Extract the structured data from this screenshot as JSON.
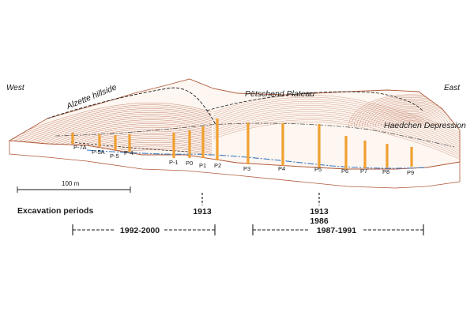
{
  "labels": {
    "west": "West",
    "east": "East",
    "alzette": "Alzette hillside",
    "petschend": "Pëtschend Plateau",
    "haedchen": "Haedchen Depression"
  },
  "scale_bar": "100 m",
  "shafts": [
    "P-7A",
    "P-5A",
    "P-5",
    "P-4",
    "P-1",
    "P0",
    "P1",
    "P2",
    "P3",
    "P4",
    "P5",
    "P6",
    "P7",
    "P8",
    "P9"
  ],
  "excavation": {
    "title": "Excavation periods",
    "year_1913_a": "1913",
    "year_1913_b": "1913",
    "year_1986": "1986",
    "period_a": "1992-2000",
    "period_b": "1987-1991"
  },
  "colors": {
    "terrain": "#b05a3a",
    "shaft": "#f0a030",
    "water": "#3d7fc4",
    "ink": "#1a1a1a"
  }
}
